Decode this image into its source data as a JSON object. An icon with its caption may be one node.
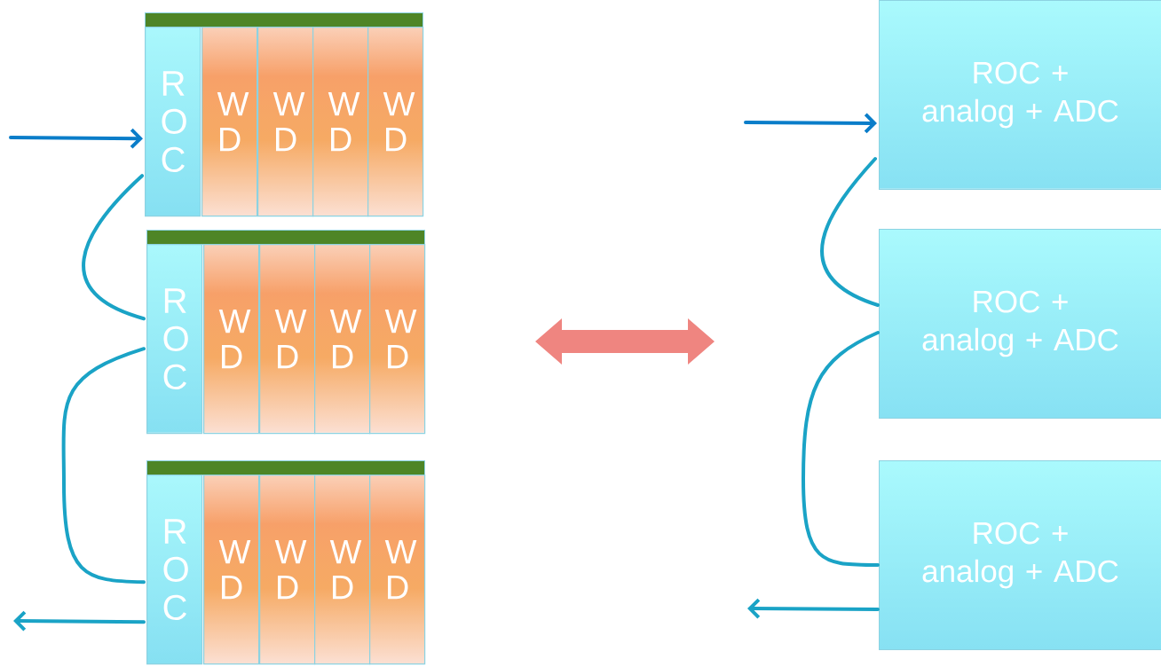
{
  "diagram": {
    "nodes": [
      {
        "text": [],
        "shape": "bar"
      },
      {
        "text": [
          "R O C"
        ]
      },
      {
        "text": [
          "W D"
        ]
      },
      {
        "text": [
          "W D"
        ]
      },
      {
        "text": [
          "W D"
        ]
      },
      {
        "text": [
          "W D"
        ]
      },
      {
        "text": [],
        "shape": "bar"
      },
      {
        "text": [
          "R O C"
        ]
      },
      {
        "text": [
          "W D"
        ]
      },
      {
        "text": [
          "W D"
        ]
      },
      {
        "text": [
          "W D"
        ]
      },
      {
        "text": [
          "W D"
        ]
      },
      {
        "text": [],
        "shape": "bar"
      },
      {
        "text": [
          "R O C"
        ]
      },
      {
        "text": [
          "W D"
        ]
      },
      {
        "text": [
          "W D"
        ]
      },
      {
        "text": [
          "W D"
        ]
      },
      {
        "text": [
          "W D"
        ]
      },
      {
        "text": [
          "ROC + analog + ADC"
        ]
      },
      {
        "text": [
          "ROC + analog + ADC"
        ]
      },
      {
        "text": [
          "ROC + analog + ADC"
        ]
      }
    ],
    "edges": [
      {
        "from": null,
        "to": 1,
        "arrow": "to",
        "color": "#0a7dc9"
      },
      {
        "from": 1,
        "to": 7,
        "arrow": "none"
      },
      {
        "from": 7,
        "to": 13,
        "arrow": "none"
      },
      {
        "from": 13,
        "to": null,
        "arrow": "to"
      },
      {
        "from": null,
        "to": 18,
        "arrow": "to",
        "color": "#0a7dc9"
      },
      {
        "from": 18,
        "to": 19,
        "arrow": "none"
      },
      {
        "from": 19,
        "to": 20,
        "arrow": "none"
      },
      {
        "from": 20,
        "to": null,
        "arrow": "to"
      }
    ]
  }
}
